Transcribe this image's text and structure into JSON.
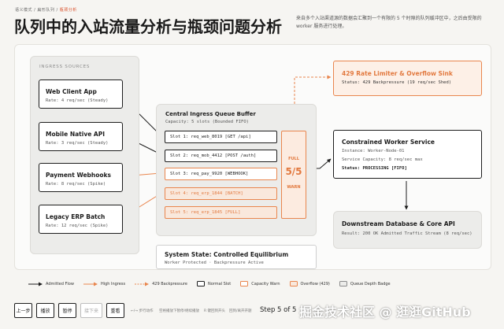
{
  "header": {
    "breadcrumb": [
      "语义模式",
      "扁形队列",
      "瓶颈分析"
    ],
    "title": "队列中的入站流量分析与瓶颈问题分析",
    "description": "来自多个入站渠道源的数据会汇聚到一个有限的 5 个时隙的队列缓冲区中，之后由受限的 worker 服务进行处理。"
  },
  "ingress": {
    "group_label": "INGRESS SOURCES",
    "sources": [
      {
        "name": "Web Client App",
        "rate": "Rate: 4 req/sec (Steady)"
      },
      {
        "name": "Mobile Native API",
        "rate": "Rate: 3 req/sec (Steady)"
      },
      {
        "name": "Payment Webhooks",
        "rate": "Rate: 8 req/sec (Spike)"
      },
      {
        "name": "Legacy ERP Batch",
        "rate": "Rate: 12 req/sec (Spike)"
      }
    ]
  },
  "queue": {
    "title": "Central Ingress Queue Buffer",
    "capacity": "Capacity: 5 slots (Bounded FIFO)",
    "slots": [
      {
        "label": "Slot 1: req_web_8019 [GET /api]",
        "state": "normal"
      },
      {
        "label": "Slot 2: req_mob_4412 [POST /auth]",
        "state": "normal"
      },
      {
        "label": "Slot 3: req_pay_9920 [WEBHOOK]",
        "state": "warn"
      },
      {
        "label": "Slot 4: req_erp_1844 [BATCH]",
        "state": "overflow"
      },
      {
        "label": "Slot 5: req_erp_1845 [FULL]",
        "state": "overflow"
      }
    ],
    "badge": {
      "top": "FULL",
      "count": "5/5",
      "bottom": "WARN"
    }
  },
  "sink": {
    "title": "429 Rate Limiter & Overflow Sink",
    "status": "Status: 429 Backpressure (19 req/sec Shed)"
  },
  "worker": {
    "title": "Constrained Worker Service",
    "instance": "Instance: Worker-Node-01",
    "capacity": "Service Capacity: 8 req/sec max",
    "status": "Status: PROCESSING [FIFO]"
  },
  "database": {
    "title": "Downstream Database & Core API",
    "result": "Result: 200 OK Admitted Traffic Stream (8 req/sec)"
  },
  "system_state": {
    "title": "System State: Controlled Equilibrium",
    "detail": "Worker Protected · Backpressure Active"
  },
  "legend": {
    "admitted": "Admitted Flow",
    "high": "High Ingress",
    "backpressure": "429 Backpressure",
    "normal_slot": "Normal Slot",
    "capacity_warn": "Capacity Warn",
    "overflow": "Overflow (429)",
    "queue_badge": "Queue Depth Badge"
  },
  "controls": {
    "prev": "上一步",
    "play": "播放",
    "pause": "暂停",
    "next": "接下来",
    "reset": "重看",
    "hint_nav": "←/→ 步行动作",
    "hint_space": "空格播放下暂停/继续播放",
    "hint_r": "R 键回到开头",
    "hint_jump": "回到/离开开题",
    "step": "Step 5 of 5"
  },
  "watermark": "掘金技术社区 @ 逛逛GitHub",
  "colors": {
    "accent": "#d9502b",
    "orange": "#e9864e",
    "orange_fill": "#f9e8dc",
    "dark": "#1d1d1d"
  }
}
